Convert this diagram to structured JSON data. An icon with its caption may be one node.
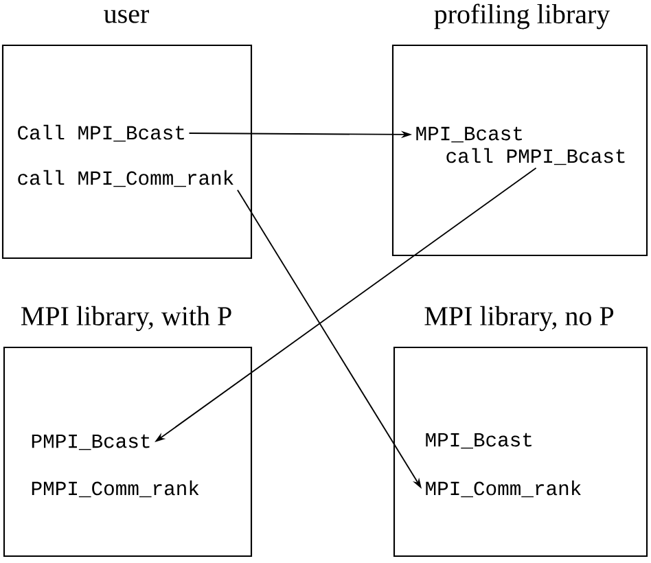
{
  "diagram": {
    "nodes": [
      {
        "text": [
          "user"
        ]
      },
      {
        "text": [
          "Call MPI_Bcast"
        ],
        "in": 0
      },
      {
        "text": [
          "call MPI_Comm_rank"
        ],
        "in": 0
      },
      {
        "text": [
          "profiling library"
        ]
      },
      {
        "text": [
          "MPI_Bcast"
        ],
        "in": 3
      },
      {
        "text": [
          "call PMPI_Bcast"
        ],
        "in": 3
      },
      {
        "text": [
          "MPI library, with P",
          "PMPI_Comm_rank"
        ]
      },
      {
        "text": [
          "PMPI_Bcast"
        ],
        "in": 6
      },
      {
        "text": [
          "MPI library, no P"
        ]
      },
      {
        "text": [
          "MPI_Bcast"
        ],
        "in": 8
      },
      {
        "text": [
          "MPI_Comm_rank"
        ],
        "in": 8
      }
    ],
    "edges": [
      {
        "from": 1,
        "to": 4,
        "arrow": "to"
      },
      {
        "from": 5,
        "to": 7,
        "arrow": "to"
      },
      {
        "from": 2,
        "to": 10,
        "arrow": "to"
      }
    ]
  }
}
